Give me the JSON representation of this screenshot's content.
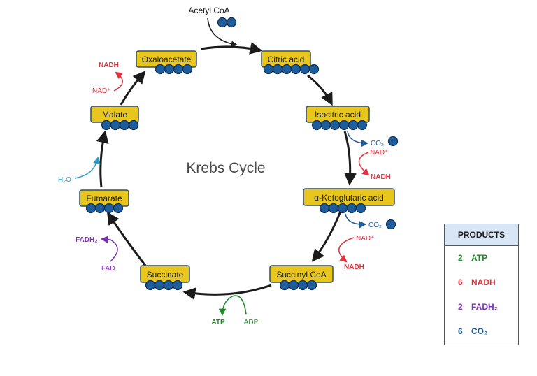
{
  "title": "Krebs Cycle",
  "colors": {
    "box_fill": "#e8c61d",
    "box_stroke": "#2f4e6b",
    "circle_fill": "#1f5c9a",
    "circle_stroke": "#0d2f55",
    "arrow": "#1b1b1b",
    "nadh": "#e0313d",
    "co2": "#1f5c9a",
    "fadh2": "#7b2fb5",
    "atp": "#1e8c2a",
    "h2o": "#2a9ac8"
  },
  "compounds": [
    {
      "id": "citric-acid",
      "label": "Citric acid",
      "carbons": 6
    },
    {
      "id": "isocitric-acid",
      "label": "Isocitric acid",
      "carbons": 6
    },
    {
      "id": "alpha-ketoglutaric-acid",
      "label": "α-Ketoglutaric acid",
      "carbons": 5
    },
    {
      "id": "succinyl-coa",
      "label": "Succinyl CoA",
      "carbons": 4
    },
    {
      "id": "succinate",
      "label": "Succinate",
      "carbons": 4
    },
    {
      "id": "fumarate",
      "label": "Fumarate",
      "carbons": 4
    },
    {
      "id": "malate",
      "label": "Malate",
      "carbons": 4
    },
    {
      "id": "oxaloacetate",
      "label": "Oxaloacetate",
      "carbons": 4
    }
  ],
  "inputs": {
    "acetyl_coa": {
      "label": "Acetyl CoA",
      "carbons": 2
    }
  },
  "side_labels": {
    "co2_1": "CO₂",
    "nad_1": "NAD⁺",
    "nadh_1": "NADH",
    "co2_2": "CO₂",
    "nad_2": "NAD⁺",
    "nadh_2": "NADH",
    "adp": "ADP",
    "atp": "ATP",
    "fad": "FAD",
    "fadh2": "FADH₂",
    "h2o": "H₂O",
    "nad_3": "NAD⁺",
    "nadh_3": "NADH"
  },
  "products": {
    "header": "PRODUCTS",
    "items": [
      {
        "count": "2",
        "name": "ATP",
        "color": "#1e8c2a"
      },
      {
        "count": "6",
        "name": "NADH",
        "color": "#e0313d"
      },
      {
        "count": "2",
        "name": "FADH₂",
        "color": "#7b2fb5"
      },
      {
        "count": "6",
        "name": "CO₂",
        "color": "#1f5c9a"
      }
    ]
  }
}
